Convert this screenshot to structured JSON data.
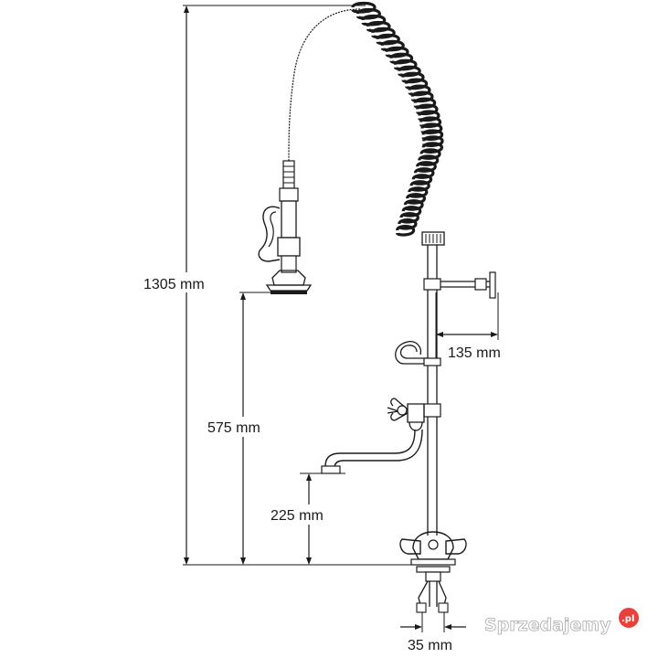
{
  "dimensions": {
    "total_height": "1305 mm",
    "spray_height": "575 mm",
    "spout_height": "225 mm",
    "bracket_offset": "135 mm",
    "base_width": "35 mm"
  },
  "watermark": {
    "text": "Sprzedajemy",
    "badge": ".pl"
  },
  "colors": {
    "line": "#1a1a1a",
    "watermark_badge": "#e8403a"
  }
}
